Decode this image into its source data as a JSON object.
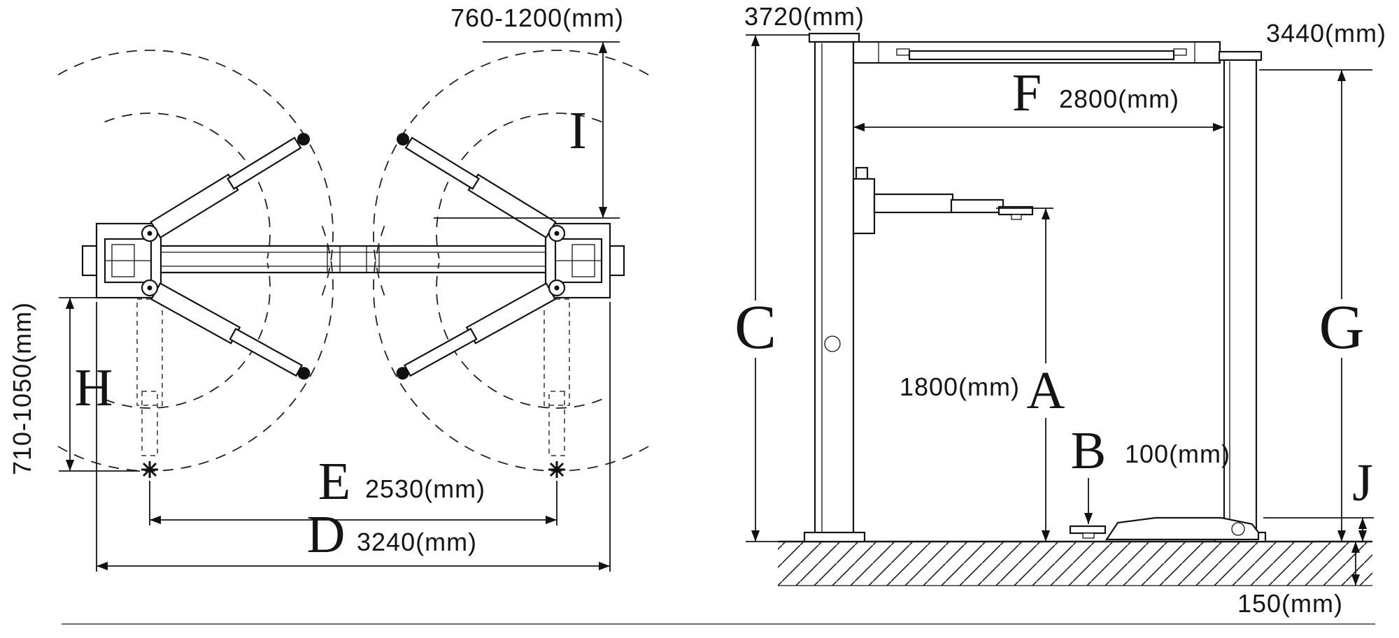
{
  "plan_view": {
    "dim_arm_reach": "760-1200(mm)",
    "label_i": "I",
    "dim_pad_height_range": "710-1050(mm)",
    "label_h": "H",
    "label_e": "E",
    "dim_drive_through": "2530(mm)",
    "label_d": "D",
    "dim_overall_width": "3240(mm)"
  },
  "elevation_view": {
    "dim_overall_height": "3720(mm)",
    "dim_clearance_height": "3440(mm)",
    "label_f": "F",
    "dim_column_spacing": "2800(mm)",
    "label_c": "C",
    "label_g": "G",
    "dim_lifting_height": "1800(mm)",
    "label_a": "A",
    "label_b": "B",
    "dim_min_pad_height": "100(mm)",
    "label_j": "J",
    "dim_foundation_depth": "150(mm)"
  }
}
